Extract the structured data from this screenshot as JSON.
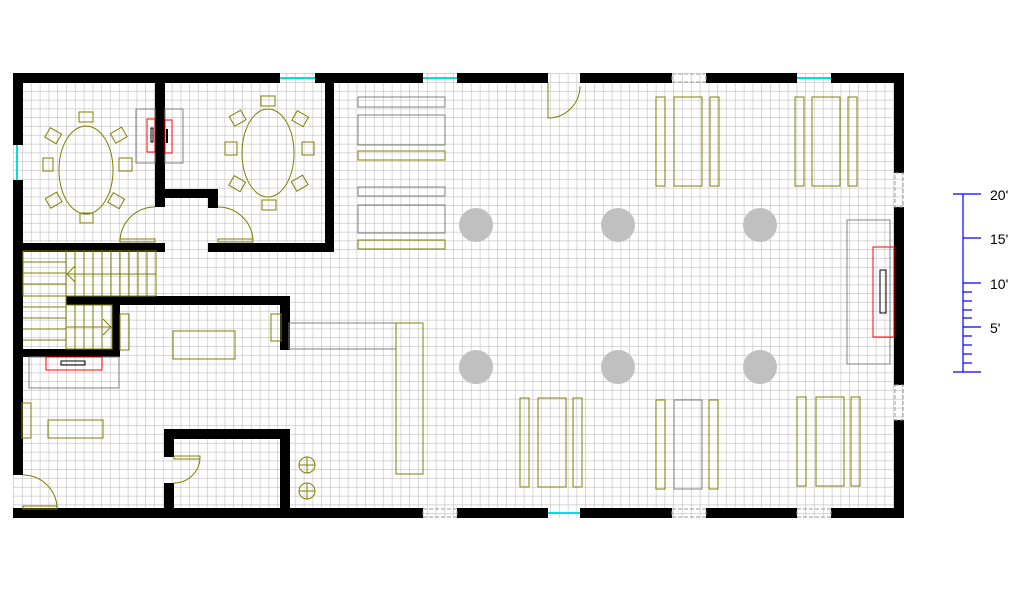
{
  "colors": {
    "wall": "#000000",
    "furniture": "#808000",
    "window": "#00e0e0",
    "grid": "#bfbfbf",
    "scale": "#0000ff",
    "fireplace": "#ff0000",
    "column": "#c0c0c0"
  },
  "scale": {
    "unit_labels": [
      "20'",
      "15'",
      "10'",
      "5'"
    ],
    "max_feet": 20
  }
}
